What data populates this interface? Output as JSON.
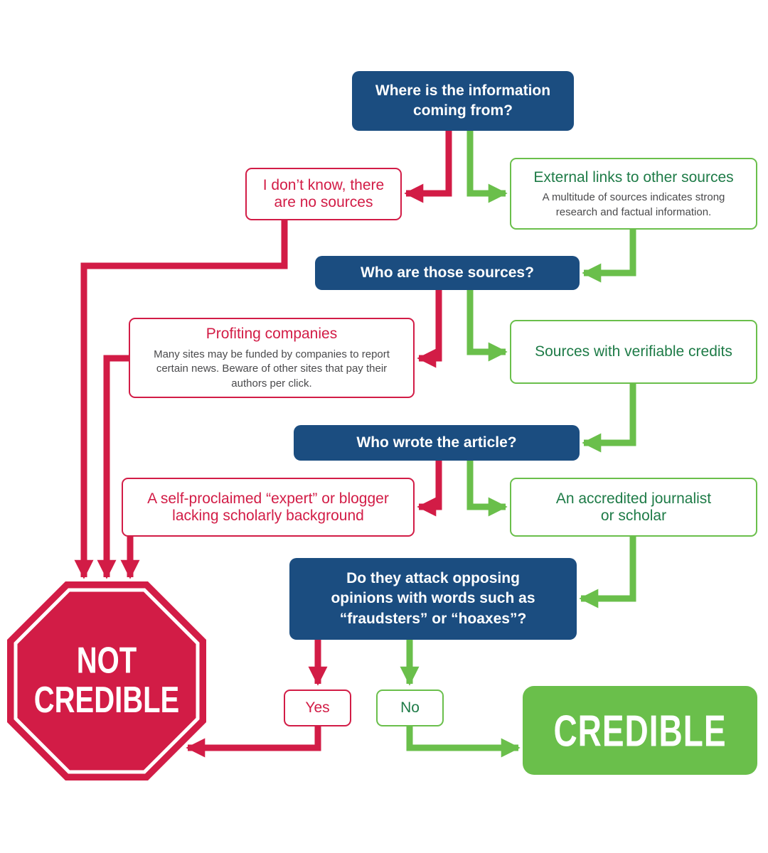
{
  "colors": {
    "blue": "#1b4d80",
    "red": "#d21c46",
    "green": "#6abf4b",
    "green_dark": "#1e7b47",
    "text_gray": "#4a4a4c"
  },
  "nodes": {
    "q1": {
      "lines": [
        "Where is the information",
        "coming from?"
      ]
    },
    "no_sources": {
      "lines": [
        "I don’t know, there",
        "are no sources"
      ]
    },
    "external_links": {
      "title": "External links to other sources",
      "desc": "A multitude of sources indicates strong research and factual information."
    },
    "q2": {
      "label": "Who are those sources?"
    },
    "profiting": {
      "title": "Profiting companies",
      "desc": "Many sites may be funded by companies to report certain news. Beware of other sites that pay their authors per click."
    },
    "verifiable": {
      "label": "Sources with verifiable credits"
    },
    "q3": {
      "label": "Who wrote the article?"
    },
    "self_proclaimed": {
      "lines": [
        "A self-proclaimed “expert” or blogger",
        "lacking scholarly background"
      ]
    },
    "accredited": {
      "lines": [
        "An accredited journalist",
        "or scholar"
      ]
    },
    "q4": {
      "lines": [
        "Do they attack opposing",
        "opinions with words such as",
        "“fraudsters” or “hoaxes”?"
      ]
    },
    "yes": {
      "label": "Yes"
    },
    "no": {
      "label": "No"
    },
    "not_credible": {
      "lines": [
        "NOT",
        "CREDIBLE"
      ]
    },
    "credible": {
      "label": "CREDIBLE"
    }
  }
}
